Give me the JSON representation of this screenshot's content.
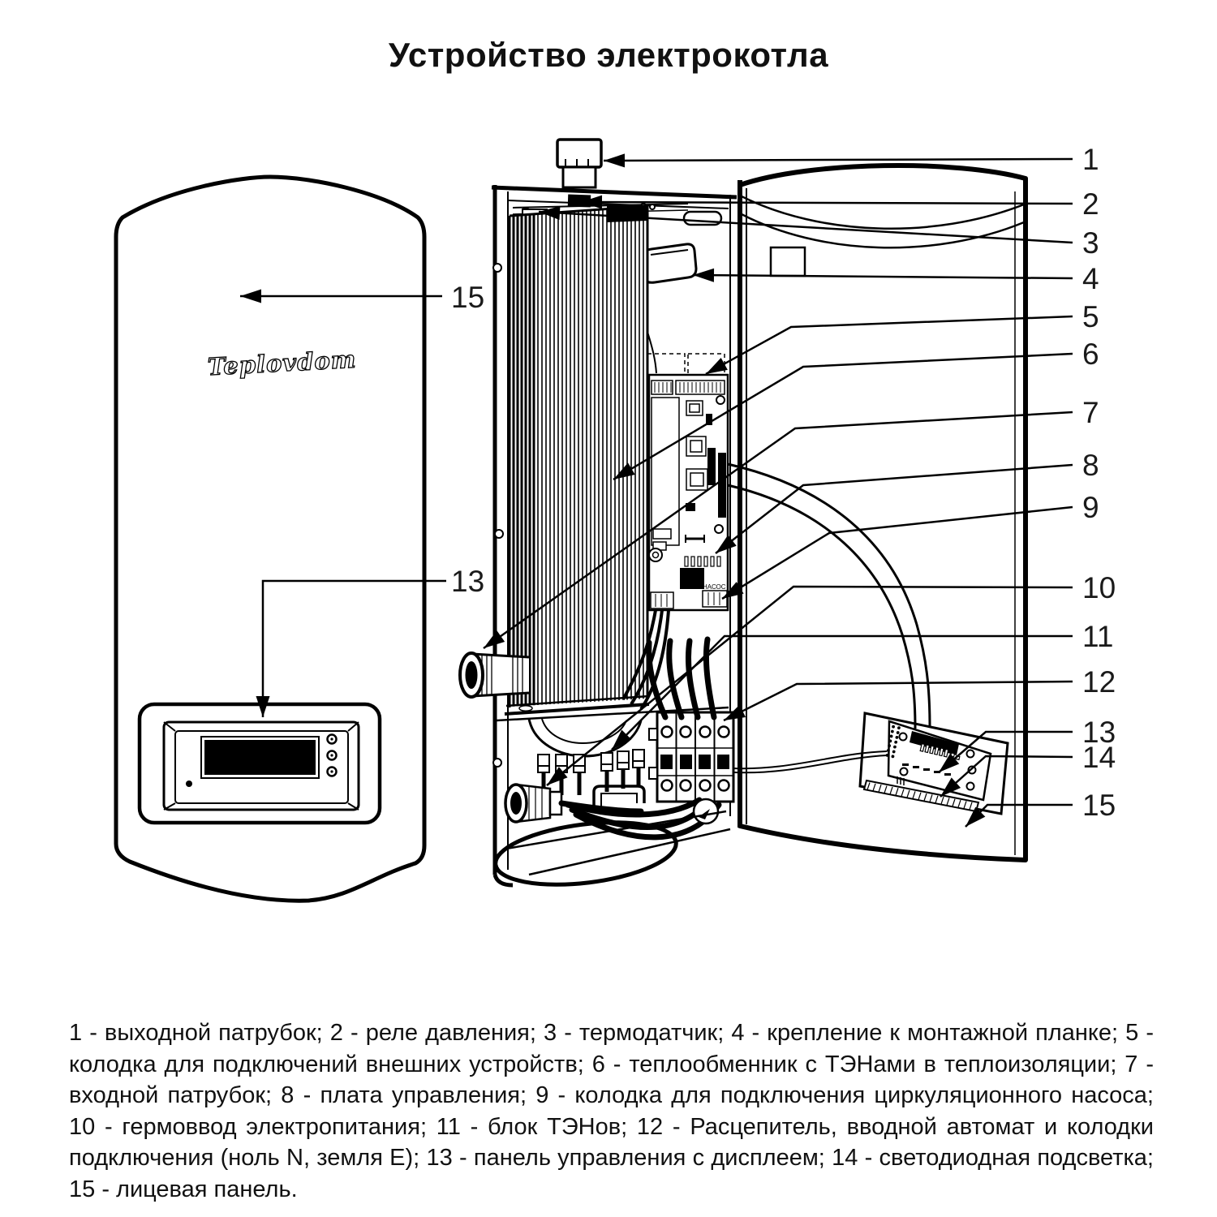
{
  "title": "Устройство электрокотла",
  "front_view": {
    "brand_logo": "Teplovdom"
  },
  "internal_view": {
    "pump_connector_label": "НАСОС"
  },
  "callouts": {
    "right_numbers": [
      "1",
      "2",
      "3",
      "4",
      "5",
      "6",
      "7",
      "8",
      "9",
      "10",
      "11",
      "12",
      "13",
      "14",
      "15"
    ],
    "left_numbers": [
      "15",
      "13"
    ]
  },
  "legend": {
    "text": "1 - выходной патрубок; 2 - реле давления; 3 - термодатчик; 4 - крепление к монтажной планке; 5 - колодка для подключений внешних устройств; 6 -  теплообменник  с ТЭНами в теплоизоляции; 7 - входной патрубок;  8 - плата управления;  9 - колодка для подключения циркуляционного насоса; 10 - гермоввод электропитания; 11 - блок ТЭНов; 12 - Расцепитель, вводной автомат и колодки подключения (ноль N, земля E); 13 - панель управления с дисплеем; 14 - светодиодная подсветка; 15 - лицевая панель."
  }
}
